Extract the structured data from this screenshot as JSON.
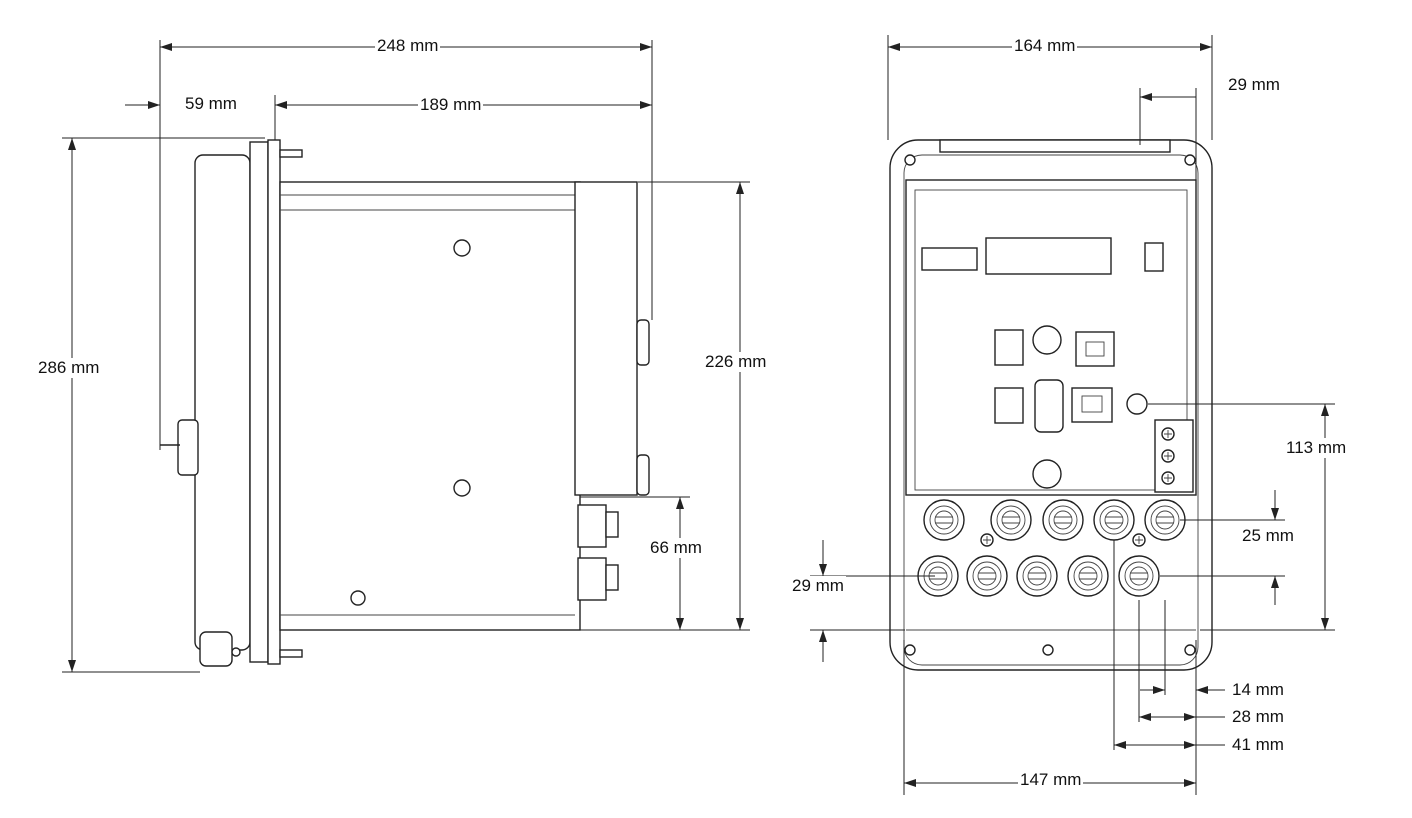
{
  "side_view": {
    "overall_width": "248 mm",
    "front_depth": "59 mm",
    "rear_depth": "189 mm",
    "overall_height": "286 mm",
    "body_height": "226 mm",
    "lower_height": "66 mm"
  },
  "rear_view": {
    "overall_width": "164 mm",
    "top_offset": "29 mm",
    "terminal_height": "113 mm",
    "gland_pitch_v": "25 mm",
    "gland_row_offset": "29 mm",
    "offset_14": "14 mm",
    "offset_28": "28 mm",
    "offset_41": "41 mm",
    "inner_width": "147 mm"
  }
}
